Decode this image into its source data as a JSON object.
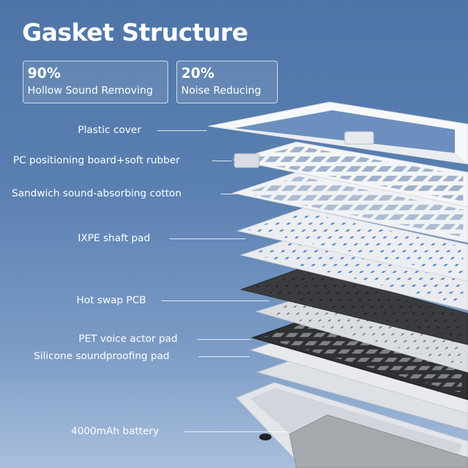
{
  "title": "Gasket Structure",
  "stats": [
    {
      "value": "90%",
      "label": "Hollow Sound Removing"
    },
    {
      "value": "20%",
      "label": "Noise Reducing"
    }
  ],
  "layers": [
    "Plastic cover",
    "PC positioning board+soft rubber",
    "Sandwich sound-absorbing cotton",
    "IXPE shaft pad",
    "Hot swap PCB",
    "PET voice actor pad",
    "Silicone soundproofing pad",
    "4000mAh battery"
  ],
  "colors": {
    "background_top": "#4f75a8",
    "background_bottom": "#a9bfdc",
    "text": "#ffffff",
    "pcb_dark": "#3a3b3d"
  }
}
